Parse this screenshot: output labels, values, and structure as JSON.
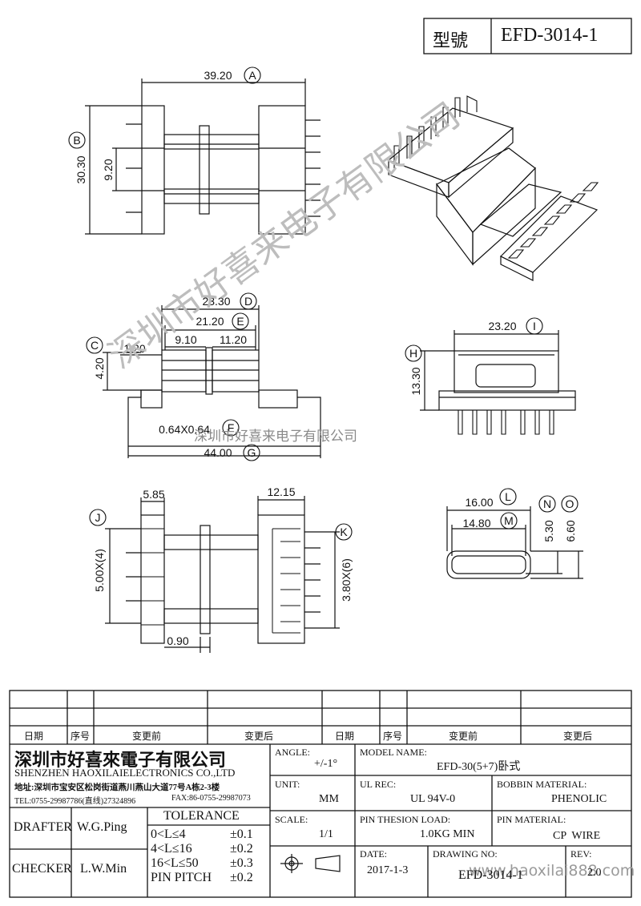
{
  "header": {
    "model_label": "型號",
    "model_value": "EFD-3014-1"
  },
  "dimensions": {
    "top_width": "39.20",
    "top_width_ref": "A",
    "top_height": "30.30",
    "top_height_ref": "B",
    "center_gap": "9.20",
    "overall_length": "23.30",
    "overall_length_ref": "D",
    "inner_length": "21.20",
    "inner_length_ref": "E",
    "left_section": "9.10",
    "right_section": "11.20",
    "flange_offset": "1.20",
    "side_height": "4.20",
    "side_height_ref": "C",
    "pin_size": "0.64X0.64",
    "pin_size_ref": "F",
    "pin_span": "44.00",
    "pin_span_ref": "G",
    "end_width": "23.20",
    "end_width_ref": "I",
    "end_height": "13.30",
    "end_height_ref": "H",
    "flange_left": "5.85",
    "flange_right": "12.15",
    "pitch_left": "5.00X(4)",
    "pitch_left_ref": "J",
    "pitch_right": "3.80X(6)",
    "pitch_right_ref": "K",
    "bottom_offset": "0.90",
    "core_outer": "16.00",
    "core_outer_ref": "L",
    "core_inner": "14.80",
    "core_inner_ref": "M",
    "core_h1": "5.30",
    "core_h1_ref": "N",
    "core_h2": "6.60",
    "core_h2_ref": "O"
  },
  "watermark": {
    "diagonal": "深圳市好喜来电子有限公司",
    "inline": "深圳市好喜来电子有限公司",
    "url": "www.haoxilai888.com"
  },
  "revision_table": {
    "headers": [
      "日期",
      "序号",
      "变更前",
      "变更后",
      "日期",
      "序号",
      "变更前",
      "变更后"
    ]
  },
  "company": {
    "name_cn": "深圳市好喜來電子有限公司",
    "name_en": "SHENZHEN HAOXILAIELECTRONICS CO.,LTD",
    "address": "地址:深圳市宝安区松岗街道燕川燕山大道77号A栋2-3楼",
    "tel": "TEL:0755-29987786(直线)27324896",
    "fax": "FAX:86-0755-29987073"
  },
  "signoff": {
    "drafter_label": "DRAFTER",
    "drafter": "W.G.Ping",
    "checker_label": "CHECKER",
    "checker": "L.W.Min"
  },
  "tolerance": {
    "title": "TOLERANCE",
    "rows": [
      {
        "range": "0<L≤4",
        "value": "±0.1"
      },
      {
        "range": "4<L≤16",
        "value": "±0.2"
      },
      {
        "range": "16<L≤50",
        "value": "±0.3"
      },
      {
        "range": "PIN PITCH",
        "value": "±0.2"
      }
    ]
  },
  "fields": {
    "angle_label": "ANGLE:",
    "angle": "+/-1°",
    "model_name_label": "MODEL NAME:",
    "model_name": "EFD-30(5+7)卧式",
    "unit_label": "UNIT:",
    "unit": "MM",
    "ul_label": "UL REC:",
    "ul": "UL 94V-0",
    "bobbin_label": "BOBBIN MATERIAL:",
    "bobbin": "PHENOLIC",
    "scale_label": "SCALE:",
    "scale": "1/1",
    "pin_load_label": "PIN THESION LOAD:",
    "pin_load": "1.0KG MIN",
    "pin_mat_label": "PIN MATERIAL:",
    "pin_mat": "CP  WIRE",
    "date_label": "DATE:",
    "date": "2017-1-3",
    "drawing_label": "DRAWING NO:",
    "drawing": "EFD-3014-1",
    "rev_label": "REV:",
    "rev": "2.0"
  }
}
